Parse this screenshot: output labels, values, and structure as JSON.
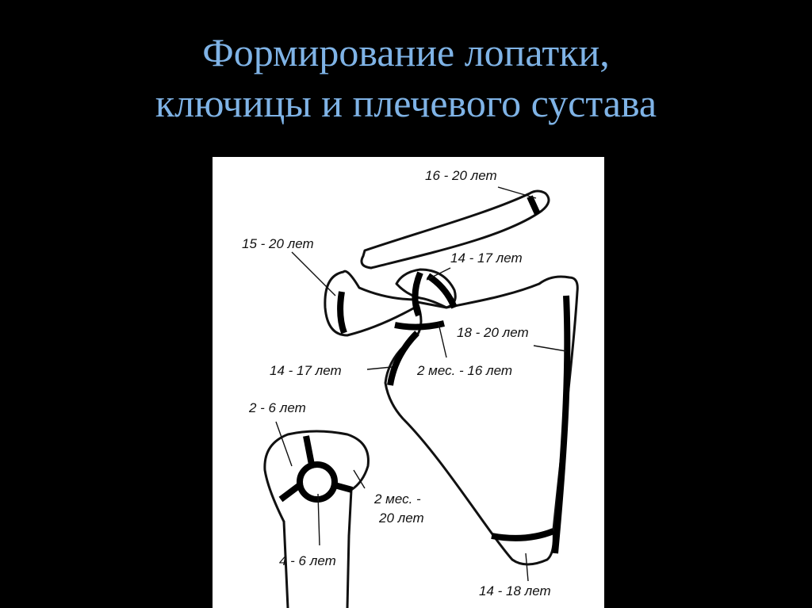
{
  "slide": {
    "title_line1": "Формирование лопатки,",
    "title_line2": "ключицы и плечевого сустава",
    "title_color": "#7fb3e6",
    "background_color": "#000000"
  },
  "figure": {
    "labels": {
      "clavicle_end": "16 - 20 лет",
      "acromion": "15 - 20 лет",
      "coracoid": "14 - 17 лет",
      "glenoid_rim": "14 - 17 лет",
      "medial_border": "18 - 20 лет",
      "scapula_body": "2 мес. - 16 лет",
      "humerus_head": "2 - 6 лет",
      "greater_tubercle_line1": "2 мес. -",
      "greater_tubercle_line2": "20 лет",
      "humerus_center": "4 - 6 лет",
      "inferior_angle": "14 - 18 лет"
    }
  }
}
